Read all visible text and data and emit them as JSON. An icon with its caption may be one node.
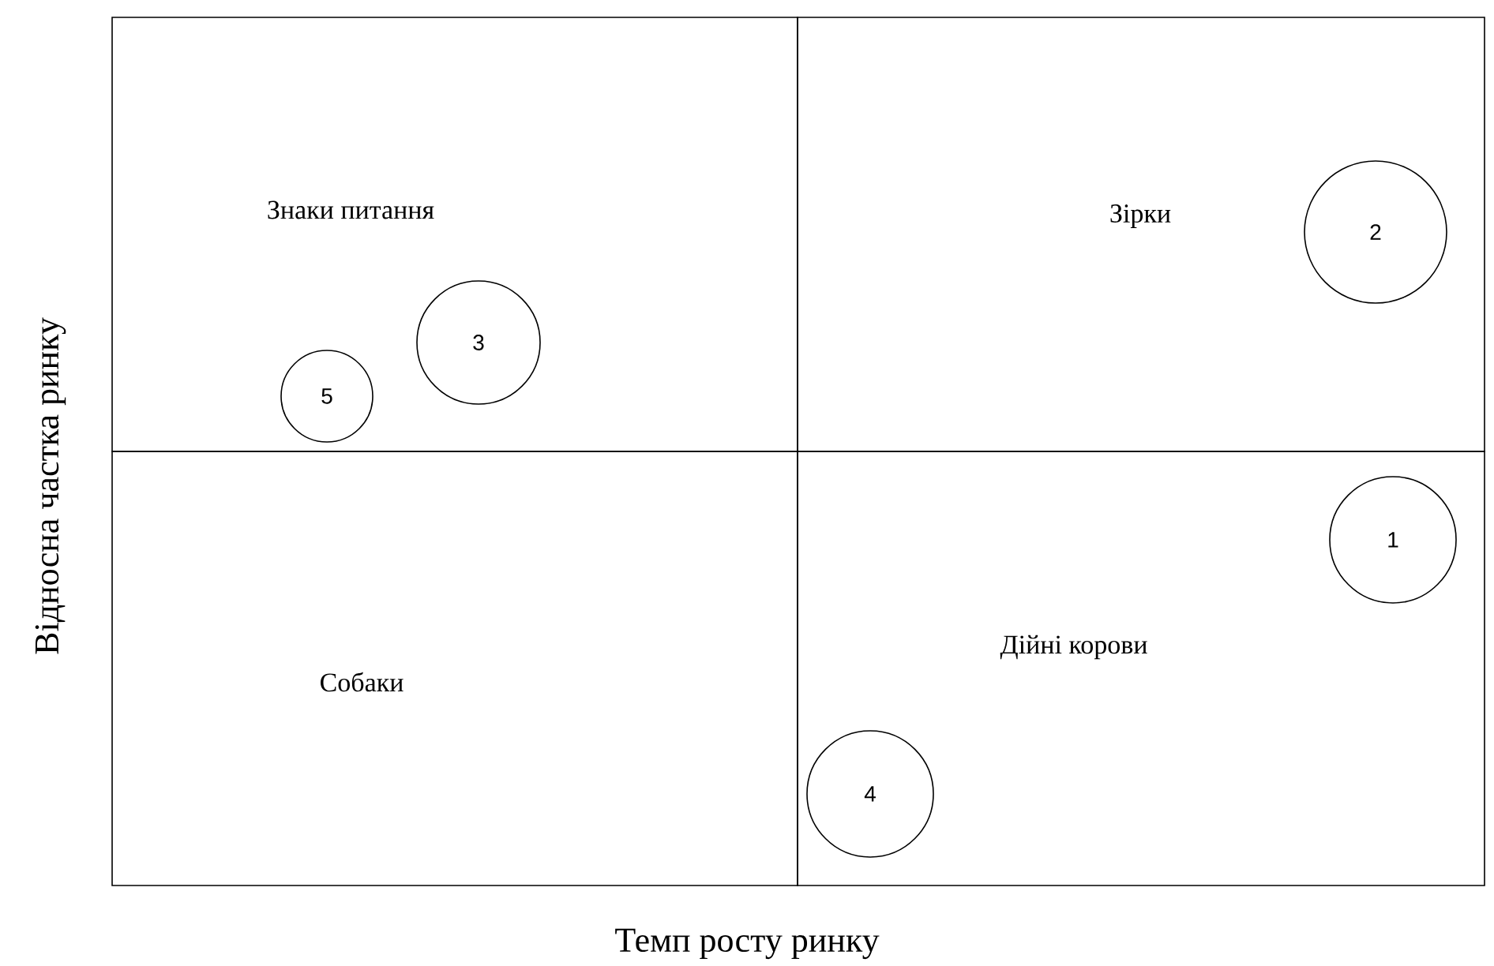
{
  "diagram": {
    "nodes": [
      {
        "text": [
          "Знаки питання"
        ]
      },
      {
        "text": [
          "Зірки"
        ]
      },
      {
        "text": [
          "Собаки"
        ]
      },
      {
        "text": [
          "Дійні корови"
        ]
      },
      {
        "text": [
          "2"
        ],
        "in": 1
      },
      {
        "text": [
          "3"
        ],
        "in": 0
      },
      {
        "text": [
          "5"
        ],
        "in": 0
      },
      {
        "text": [
          "1"
        ],
        "in": 3
      },
      {
        "text": [
          "4"
        ],
        "in": 3
      }
    ],
    "labels": [
      "Відносна частка ринку",
      "Темп росту ринку"
    ]
  }
}
